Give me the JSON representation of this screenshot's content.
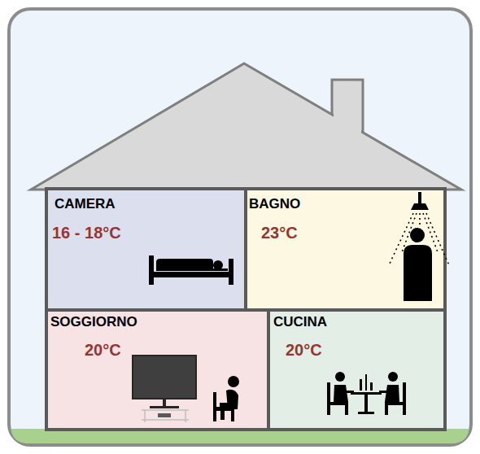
{
  "diagram": {
    "nodes": [
      {
        "text": [
          "CAMERA",
          "16 - 18°C"
        ]
      },
      {
        "text": [
          "BAGNO",
          "23°C"
        ]
      },
      {
        "text": [
          "SOGGIORNO",
          "20°C"
        ]
      },
      {
        "text": [
          "CUCINA",
          "20°C"
        ]
      }
    ]
  }
}
